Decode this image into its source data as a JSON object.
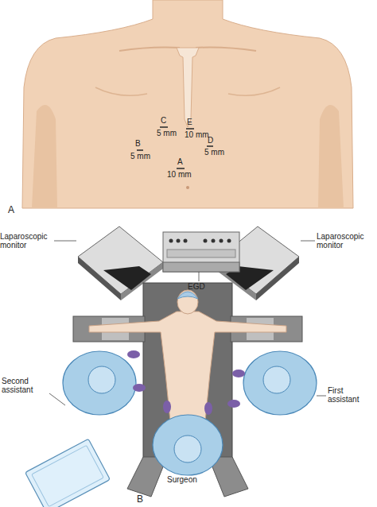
{
  "diagram": {
    "labels": [
      "C",
      "5 mm",
      "B",
      "5 mm",
      "A",
      "10 mm",
      "E",
      "10 mm",
      "D",
      "5 mm",
      "A",
      "Laparoscopic monitor",
      "EGD",
      "Laparoscopic monitor",
      "Second assistant",
      "First assistant",
      "Surgeon",
      "B"
    ]
  }
}
